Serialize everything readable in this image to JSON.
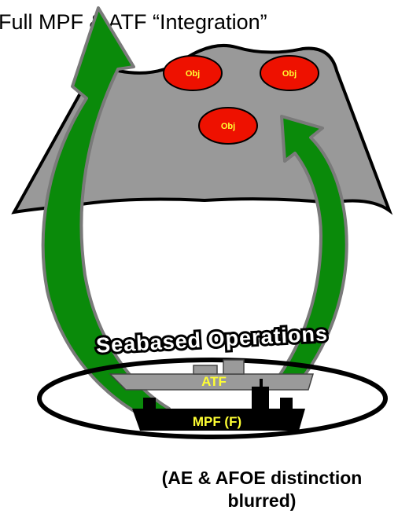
{
  "title": "Full MPF & ATF “Integration”",
  "objectives": [
    "Obj",
    "Obj",
    "Obj"
  ],
  "ships": {
    "atf_label": "ATF",
    "mpf_label": "MPF (F)"
  },
  "operations_label": "Seabased Operations",
  "caption": {
    "line1": "(AE & AFOE distinction",
    "line2": "blurred)"
  },
  "colors": {
    "landmass": "#999999",
    "objective_fill": "#ee1100",
    "objective_text": "#ffff33",
    "arrow_green": "#0a8a0a",
    "arrow_outline": "#7a7a7a",
    "ship_grey": "#9a9a9a",
    "ship_black": "#000000"
  }
}
